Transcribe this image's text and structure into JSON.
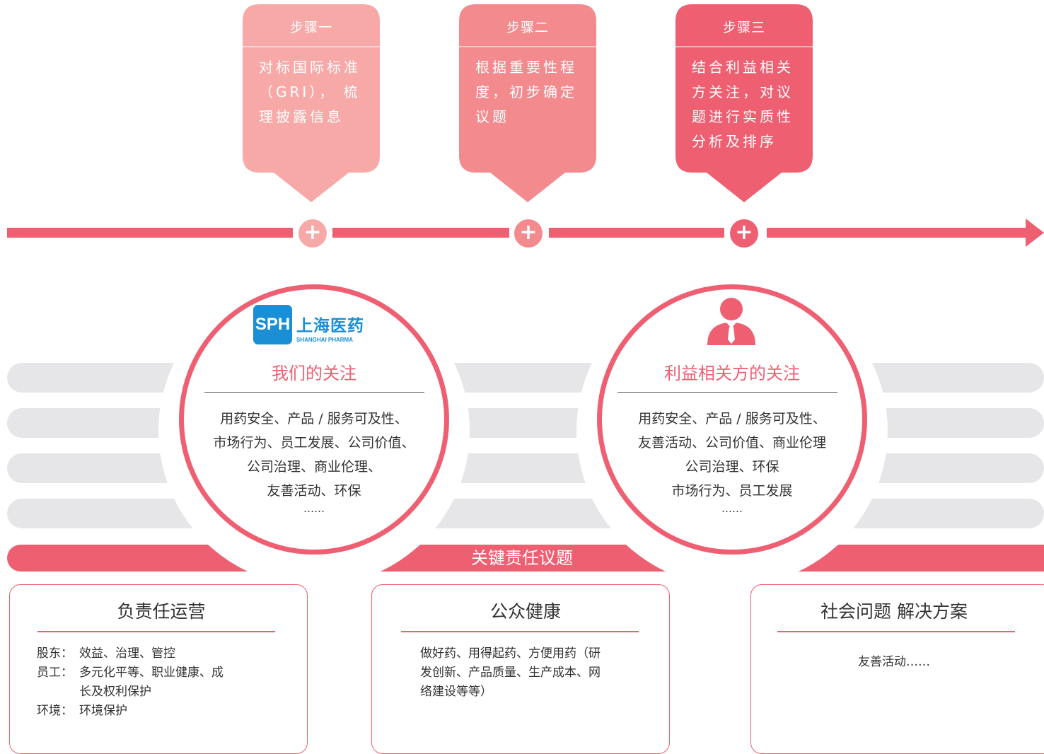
{
  "colors": {
    "step1": "#f7a9a8",
    "step2": "#f38a8e",
    "step3": "#ee5f72",
    "accent": "#ee5f72",
    "band": "#e6e6e9",
    "logo_blue": "#1a8fd6"
  },
  "steps": [
    {
      "title": "步骤一",
      "lines": [
        "对标国际标准",
        "（GRI）， 梳",
        "理披露信息"
      ]
    },
    {
      "title": "步骤二",
      "lines": [
        "根据重要性程",
        "度，初步确定",
        "议题"
      ]
    },
    {
      "title": "步骤三",
      "lines": [
        "结合利益相关",
        "方关注，对议",
        "题进行实质性",
        "分析及排序"
      ]
    }
  ],
  "timeline": {
    "plus_symbol": "+"
  },
  "our_focus": {
    "logo_mark": "SPH",
    "logo_name": "上海医药",
    "logo_sub": "SHANGHAI PHARMA",
    "title": "我们的关注",
    "lines": [
      "用药安全、产品 / 服务可及性、",
      "市场行为、员工发展、公司价值、",
      "公司治理、商业伦理、",
      "友善活动、环保",
      "……"
    ]
  },
  "stakeholder_focus": {
    "icon": "person-icon",
    "title": "利益相关方的关注",
    "lines": [
      "用药安全、产品 / 服务可及性、",
      "友善活动、公司价值、商业伦理",
      "公司治理、环保",
      "市场行为、员工发展",
      "……"
    ]
  },
  "key_issues": {
    "label": "关键责任议题"
  },
  "boxes": [
    {
      "title": "负责任运营",
      "items": [
        {
          "label": "股东：",
          "lines": [
            "效益、治理、管控"
          ]
        },
        {
          "label": "员工：",
          "lines": [
            "多元化平等、职业健康、成",
            "长及权利保护"
          ]
        },
        {
          "label": "环境：",
          "lines": [
            "环境保护"
          ]
        }
      ]
    },
    {
      "title": "公众健康",
      "lines": [
        "做好药、用得起药、方便用药（研",
        "发创新、产品质量、生产成本、网",
        "络建设等等）"
      ]
    },
    {
      "title": "社会问题  解决方案",
      "lines": [
        "友善活动……"
      ]
    }
  ]
}
